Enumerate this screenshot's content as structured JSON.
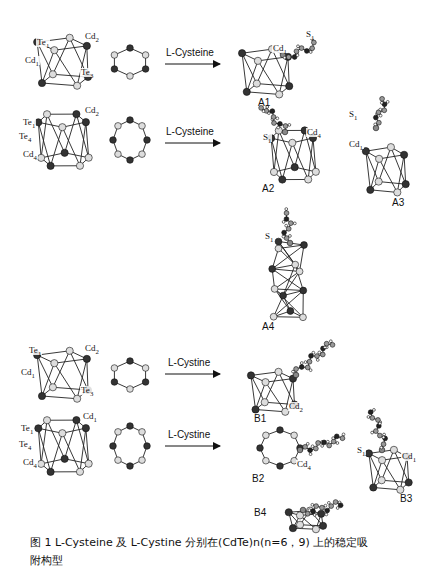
{
  "diagram": {
    "caption": "图 1 L-Cysteine 及 L-Cystine 分别在(CdTe)n(n=6，9) 上的稳定吸附构型",
    "labels": [
      "Te1",
      "Cd2",
      "Cd1",
      "Te3",
      "L-Cysteine",
      "S1",
      "Cd1",
      "A1",
      "Cd2",
      "Te1",
      "Te4",
      "Cd4",
      "L-Cysteine",
      "S1",
      "Cd4",
      "A2",
      "Cd1",
      "S1",
      "A3",
      "S1",
      "A4",
      "Te1",
      "Cd2",
      "Te3",
      "Cd1",
      "L-Cystine",
      "Cd2",
      "B1",
      "Cd1",
      "Te1",
      "Te4",
      "Cd4",
      "L-Cystine",
      "Cd4",
      "B2",
      "S1",
      "Cd1",
      "B3",
      "B4"
    ]
  }
}
